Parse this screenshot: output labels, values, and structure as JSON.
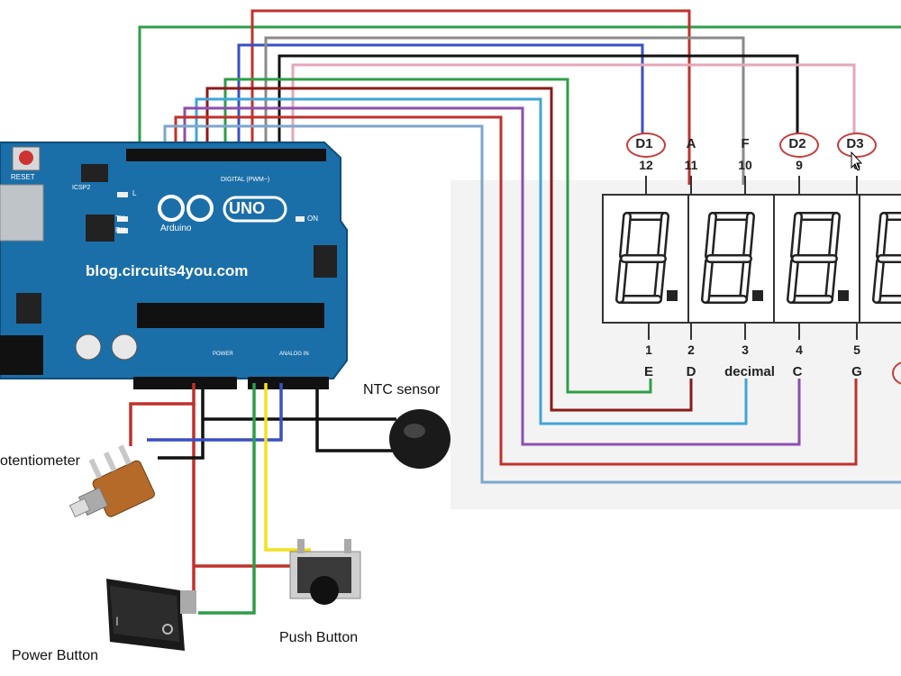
{
  "board": {
    "website": "blog.circuits4you.com",
    "model": "UNO",
    "brand": "Arduino",
    "reset_label": "RESET",
    "icsp_label": "ICSP2",
    "digital_label": "DIGITAL (PWM~)",
    "analog_label": "ANALOG IN",
    "power_label": "POWER",
    "tx_label": "TX",
    "rx_label": "RX",
    "l_label": "L",
    "on_label": "ON",
    "color": "#1b6fa8"
  },
  "display": {
    "top_pins": [
      {
        "name": "D1",
        "number": "12",
        "circled": true
      },
      {
        "name": "A",
        "number": "11",
        "circled": false
      },
      {
        "name": "F",
        "number": "10",
        "circled": false
      },
      {
        "name": "D2",
        "number": "9",
        "circled": true
      },
      {
        "name": "D3",
        "number": "8",
        "circled": true
      }
    ],
    "bottom_pins": [
      {
        "name": "E",
        "number": "1"
      },
      {
        "name": "D",
        "number": "2"
      },
      {
        "name": "decimal",
        "number": "3"
      },
      {
        "name": "C",
        "number": "4"
      },
      {
        "name": "G",
        "number": "5"
      }
    ]
  },
  "components": {
    "ntc": "NTC sensor",
    "potentiometer": "otentiometer",
    "push_button": "Push Button",
    "power_button": "Power Button"
  },
  "wire_colors": {
    "red": "#c0312b",
    "darkred": "#8b1a1a",
    "green": "#2e9e47",
    "blue": "#3a4fc4",
    "gray": "#8a8a8a",
    "black": "#111111",
    "pink": "#e6a6b8",
    "purple": "#8c4fb0",
    "cyan": "#3fa6d6",
    "lightblue": "#7ea6cc",
    "yellow": "#f2e21a"
  }
}
